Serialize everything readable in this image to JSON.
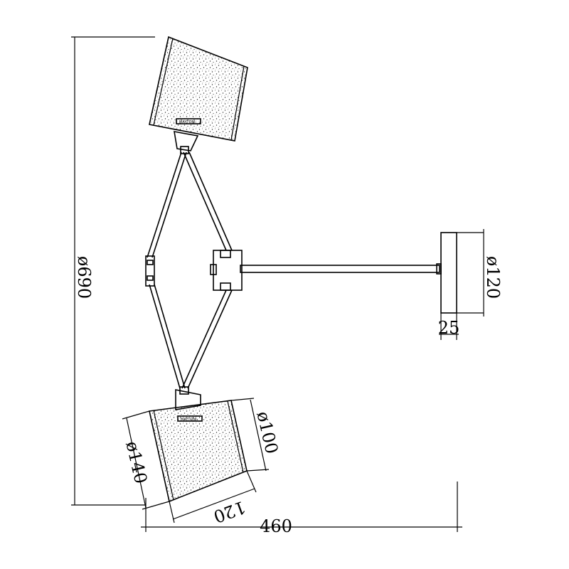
{
  "dimensions": {
    "overall_height": "ø690",
    "overall_width": "460",
    "base_diameter": "ø120",
    "base_depth": "25",
    "shade_top_diameter": "ø100",
    "shade_bottom_diameter": "ø140",
    "shade_height": "120"
  },
  "shade_label": "MAYTONI"
}
